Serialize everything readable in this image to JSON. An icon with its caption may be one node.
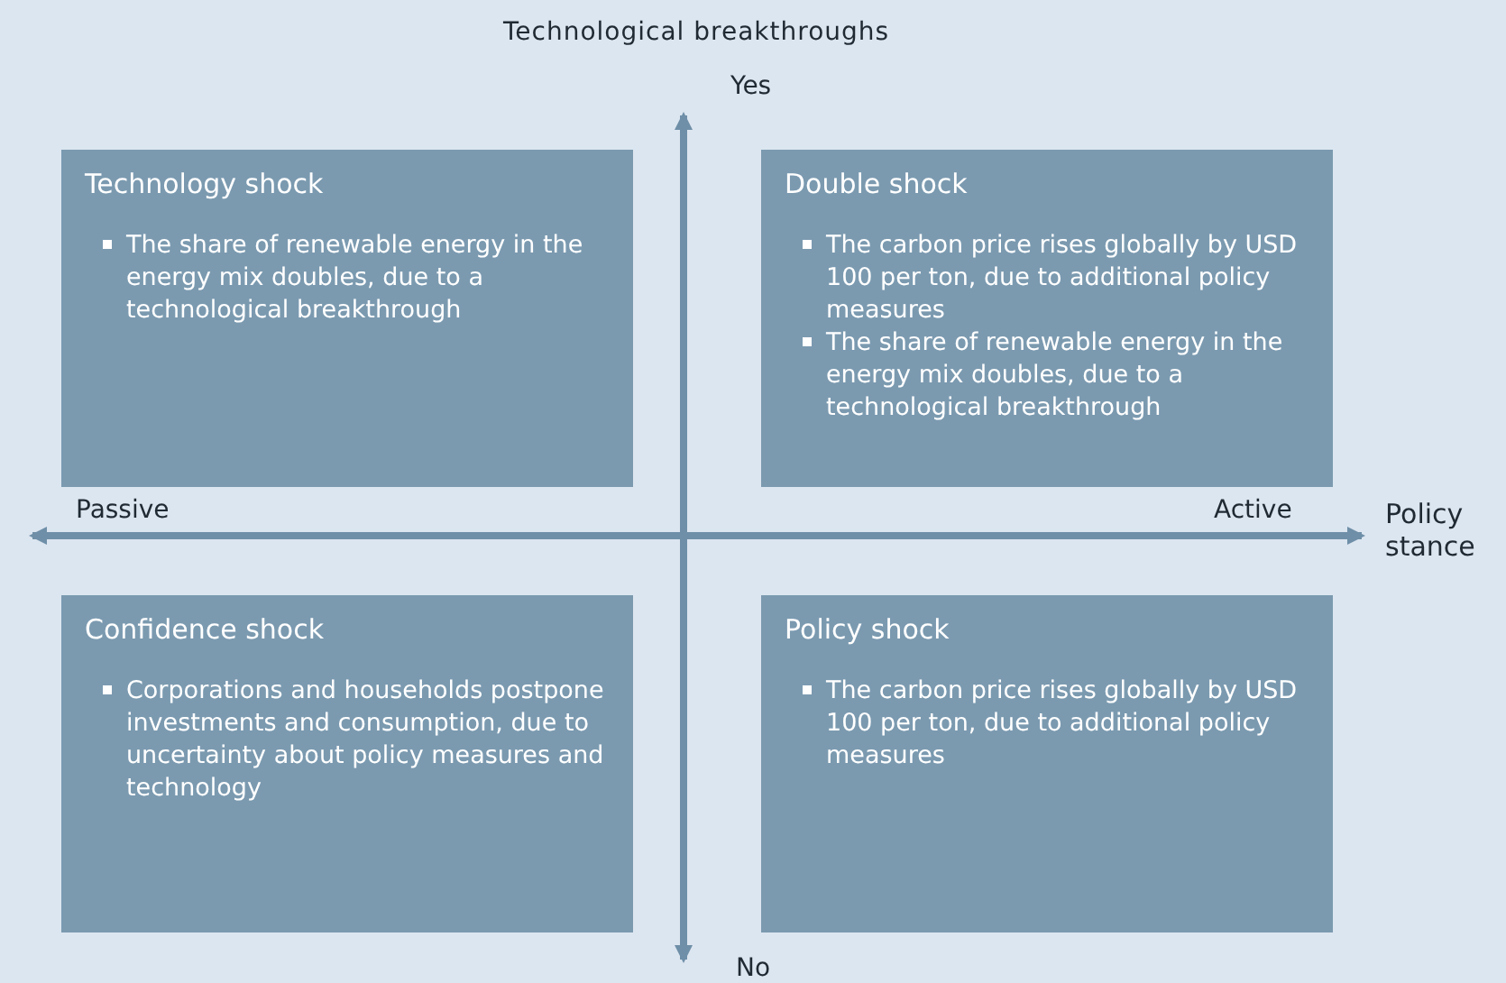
{
  "diagram": {
    "title": "Technological breakthroughs",
    "nodes": [
      {
        "text": [
          "Technology shock",
          "The share of renewable energy in the energy mix doubles, due to a technological breakthrough"
        ]
      },
      {
        "text": [
          "Double shock",
          "The carbon price rises globally by USD 100 per ton, due to additional policy measures",
          "The share of renewable energy in the energy mix doubles, due to a technological breakthrough"
        ]
      },
      {
        "text": [
          "Confidence shock",
          "Corporations and households postpone investments and consumption, due to uncertainty about policy measures and technology"
        ]
      },
      {
        "text": [
          "Policy shock",
          "The carbon price rises globally by USD 100 per ton, due to additional policy measures"
        ]
      }
    ],
    "labels": [
      "Yes",
      "Passive",
      "Active",
      "Policy stance",
      "No"
    ]
  }
}
